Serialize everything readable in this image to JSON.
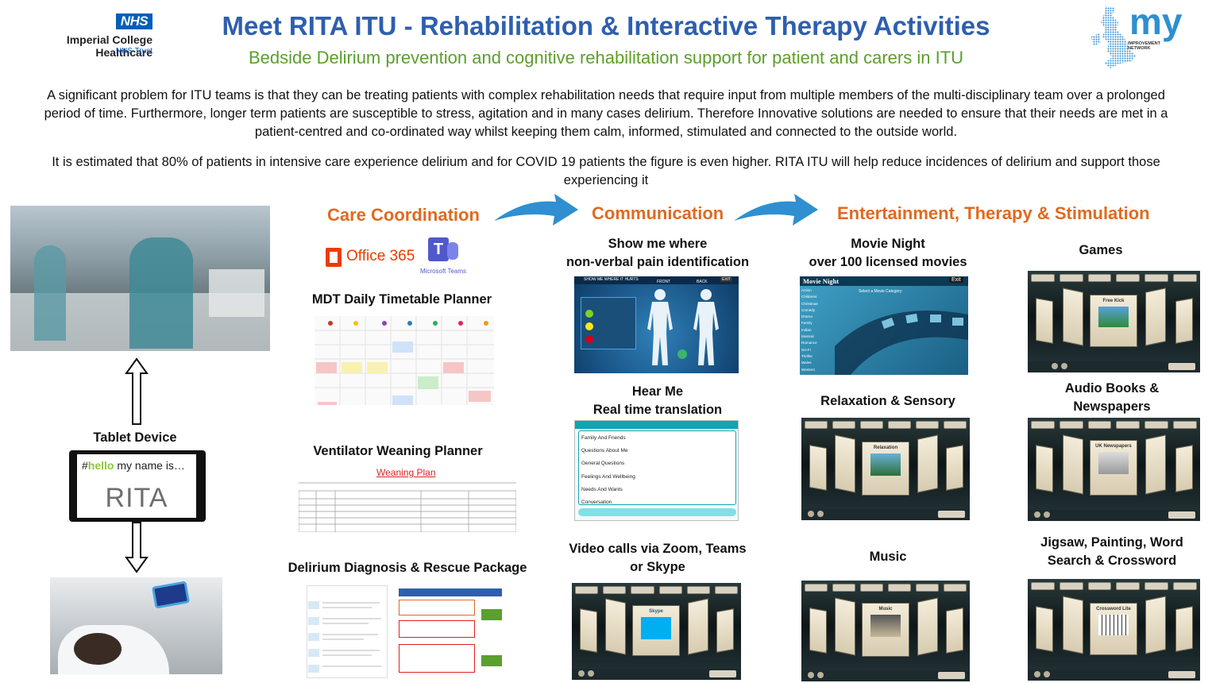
{
  "header": {
    "nhs_logo": "NHS",
    "org_name": "Imperial College Healthcare",
    "org_sub": "NHS Trust",
    "title": "Meet RITA ITU - Rehabilitation & Interactive Therapy Activities",
    "subtitle": "Bedside Delirium prevention and cognitive rehabilitation support for patient and carers in ITU",
    "my_logo": "my",
    "my_logo_sub": "IMPROVEMENT NETWORK",
    "title_color": "#2e5fae",
    "subtitle_color": "#5aa02c"
  },
  "intro": {
    "p1": "A significant problem for ITU teams is that they can be treating patients with complex rehabilitation needs that require input from multiple members of the multi-disciplinary team over a prolonged period of time. Furthermore, longer term patients are susceptible to stress, agitation and in many cases delirium. Therefore Innovative solutions are needed to ensure that their needs are met in a patient-centred and co-ordinated way whilst keeping them calm, informed, stimulated and connected to the outside world.",
    "p2": "It is estimated that 80% of patients in intensive care experience delirium and for COVID 19 patients the figure is even higher. RITA ITU will help reduce incidences of delirium and support those experiencing it"
  },
  "left": {
    "tablet_label": "Tablet Device",
    "tablet_screen": {
      "hash": "#",
      "hello": "hello",
      "rest": " my name is…",
      "name": "RITA"
    }
  },
  "sections": {
    "care": "Care Coordination",
    "communication": "Communication",
    "entertainment": "Entertainment, Therapy & Stimulation",
    "heading_color": "#e06a1f"
  },
  "care": {
    "office_label": "Office 365",
    "teams_label": "Microsoft Teams",
    "mdt": "MDT Daily Timetable Planner",
    "vent": "Ventilator Weaning Planner",
    "vent_doc_title": "Weaning Plan",
    "delirium": "Delirium Diagnosis & Rescue Package"
  },
  "communication": {
    "show_me_1": "Show me where",
    "show_me_2": "non-verbal pain identification",
    "show_me_ui": {
      "header": "SHOW ME WHERE IT HURTS",
      "front": "FRONT",
      "back": "BACK",
      "exit": "EXIT"
    },
    "hear_me_1": "Hear Me",
    "hear_me_2": "Real time translation",
    "hear_me_items": [
      "Family And Friends",
      "Questions About Me",
      "General Questions",
      "Feelings And Wellbeing",
      "Needs And Wants",
      "Conversation"
    ],
    "video_1": "Video calls via Zoom, Teams",
    "video_2": "or Skype",
    "video_card": "Skype"
  },
  "entertainment": {
    "movie_1": "Movie Night",
    "movie_2": "over 100 licensed movies",
    "movie_ui": {
      "title": "Movie Night",
      "exit": "Exit",
      "prompt": "Select a Movie Category"
    },
    "movie_categories": [
      "Action",
      "Childrens",
      "Christmas",
      "Comedy",
      "Drama",
      "Family",
      "Indian",
      "Musical",
      "Romance",
      "Sci-Fi",
      "Thriller",
      "Wales",
      "Western"
    ],
    "relax": "Relaxation & Sensory",
    "relax_card": "Relaxation",
    "music": "Music",
    "music_card": "Music",
    "games": "Games",
    "games_card": "Free Kick",
    "audio_1": "Audio Books &",
    "audio_2": "Newspapers",
    "audio_card": "UK Newspapers",
    "jigsaw_1": "Jigsaw, Painting, Word",
    "jigsaw_2": "Search  & Crossword",
    "jigsaw_card": "Crossword Lite"
  }
}
